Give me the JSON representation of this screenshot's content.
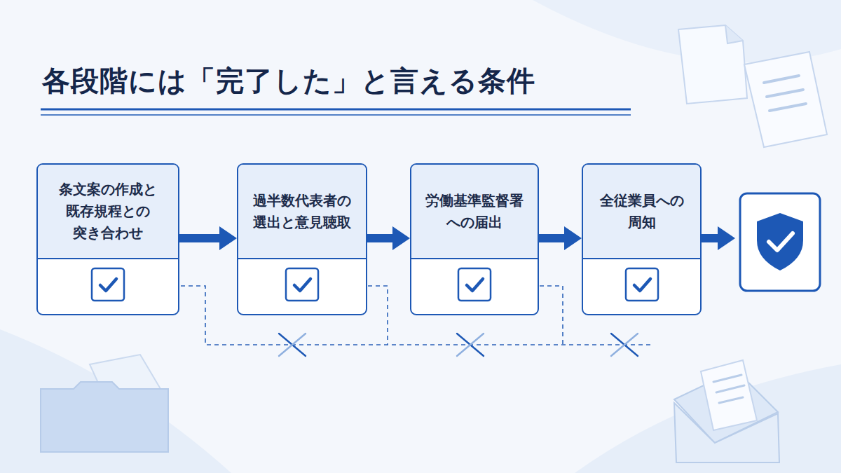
{
  "diagram": {
    "title": "各段階には「完了した」と言える条件",
    "nodes": [
      {
        "text": [
          "条文案の作成と 既存規程との 突き合わせ"
        ]
      },
      {
        "text": [
          "過半数代表者の 選出と意見聴取"
        ]
      },
      {
        "text": [
          "労働基準監督署 への届出"
        ]
      },
      {
        "text": [
          "全従業員への 周知"
        ]
      }
    ],
    "edges": [
      {
        "from": 0,
        "to": 1,
        "arrow": "to"
      },
      {
        "from": 1,
        "to": 2,
        "arrow": "to"
      },
      {
        "from": 2,
        "to": 3,
        "arrow": "to"
      }
    ]
  }
}
